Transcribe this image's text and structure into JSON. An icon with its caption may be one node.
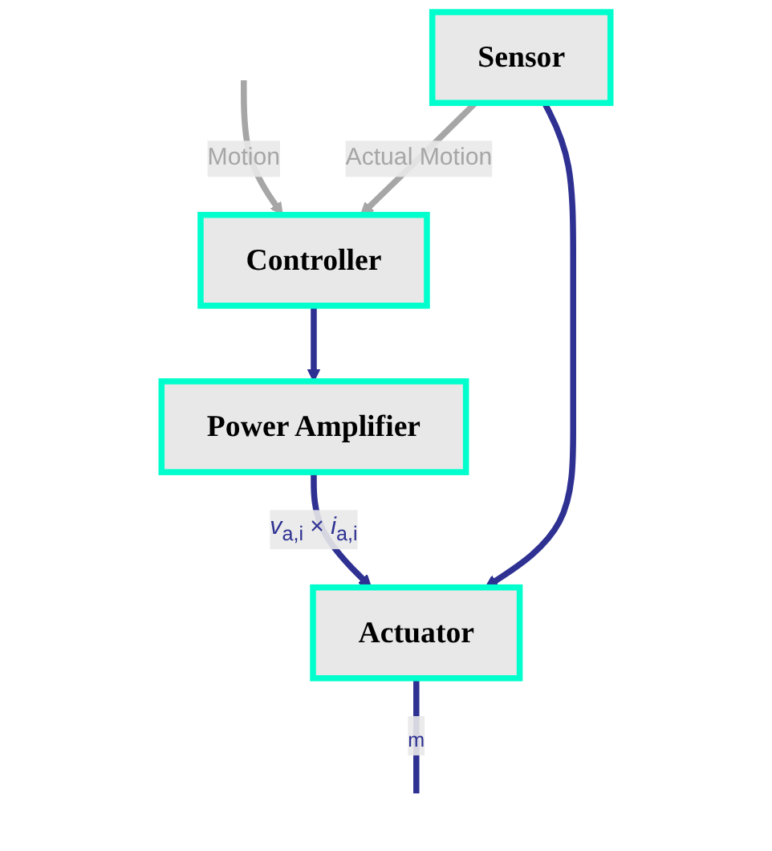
{
  "diagram": {
    "nodes": [
      {
        "text": [
          "Controller"
        ]
      },
      {
        "text": [
          "Power Amplifier"
        ]
      },
      {
        "text": [
          "Actuator"
        ]
      },
      {
        "text": [
          "Sensor"
        ]
      }
    ],
    "edges": [
      {
        "from": null,
        "to": 0,
        "arrow": "to",
        "label": "Motion",
        "color": "#a6a6a6"
      },
      {
        "from": 3,
        "to": 0,
        "arrow": "to",
        "label": "Actual Motion",
        "color": "#a6a6a6"
      },
      {
        "from": 0,
        "to": 1,
        "arrow": "to"
      },
      {
        "from": 1,
        "to": 2,
        "arrow": "to",
        "label": "*v*$_{a,i}$ × *i*$_{a,i}$"
      },
      {
        "from": 3,
        "to": 2,
        "arrow": "to"
      },
      {
        "from": 2,
        "to": null,
        "arrow": "none",
        "label": "$_{m}$"
      }
    ]
  }
}
